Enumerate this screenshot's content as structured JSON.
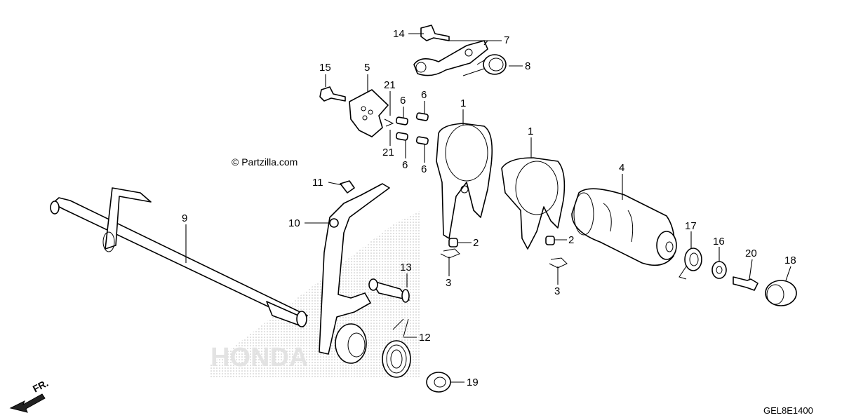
{
  "watermark": "© Partzilla.com",
  "diagram_code": "GEL8E1400",
  "direction_label": "FR.",
  "callouts": [
    {
      "id": "c1a",
      "label": "1"
    },
    {
      "id": "c1b",
      "label": "1"
    },
    {
      "id": "c2a",
      "label": "2"
    },
    {
      "id": "c2b",
      "label": "2"
    },
    {
      "id": "c3a",
      "label": "3"
    },
    {
      "id": "c3b",
      "label": "3"
    },
    {
      "id": "c4",
      "label": "4"
    },
    {
      "id": "c5",
      "label": "5"
    },
    {
      "id": "c6a",
      "label": "6"
    },
    {
      "id": "c6b",
      "label": "6"
    },
    {
      "id": "c6c",
      "label": "6"
    },
    {
      "id": "c6d",
      "label": "6"
    },
    {
      "id": "c7",
      "label": "7"
    },
    {
      "id": "c8",
      "label": "8"
    },
    {
      "id": "c9",
      "label": "9"
    },
    {
      "id": "c10",
      "label": "10"
    },
    {
      "id": "c11",
      "label": "11"
    },
    {
      "id": "c12",
      "label": "12"
    },
    {
      "id": "c13",
      "label": "13"
    },
    {
      "id": "c14",
      "label": "14"
    },
    {
      "id": "c15",
      "label": "15"
    },
    {
      "id": "c16",
      "label": "16"
    },
    {
      "id": "c17",
      "label": "17"
    },
    {
      "id": "c18",
      "label": "18"
    },
    {
      "id": "c19",
      "label": "19"
    },
    {
      "id": "c20",
      "label": "20"
    },
    {
      "id": "c21a",
      "label": "21"
    },
    {
      "id": "c21b",
      "label": "21"
    }
  ]
}
